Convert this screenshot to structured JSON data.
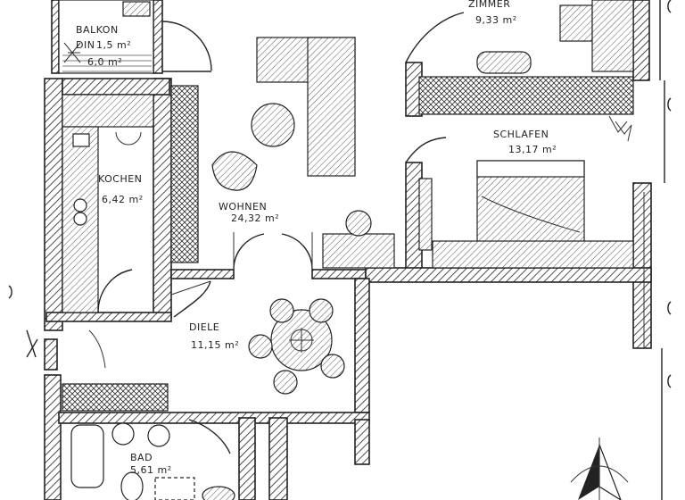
{
  "rooms": {
    "balkon": {
      "name": "BALKON",
      "area1": "1,5 m²",
      "area2": "6,0 m²"
    },
    "zimmer": {
      "name": "ZIMMER",
      "area": "9,33 m²"
    },
    "schlafen": {
      "name": "SCHLAFEN",
      "area": "13,17 m²"
    },
    "kochen": {
      "name": "KOCHEN",
      "area": "6,42 m²"
    },
    "wohnen": {
      "name": "WOHNEN",
      "area": "24,32 m²"
    },
    "diele": {
      "name": "DIELE",
      "area": "11,15 m²"
    },
    "bad": {
      "name": "BAD",
      "area": "5,61 m²"
    }
  },
  "compass_icon": "north-arrow",
  "balkon_prefix": "DIN"
}
